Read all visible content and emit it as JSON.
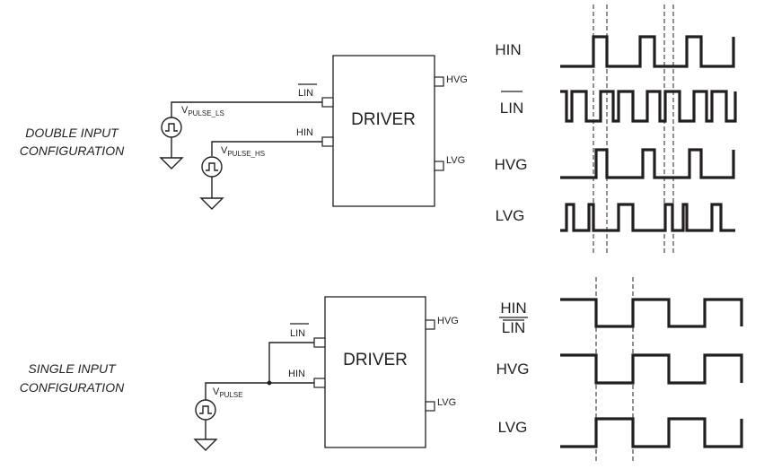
{
  "double": {
    "title_line1": "DOUBLE INPUT",
    "title_line2": "CONFIGURATION",
    "driver_label": "DRIVER",
    "pin_lin": "LIN",
    "pin_hin": "HIN",
    "pin_hvg": "HVG",
    "pin_lvg": "LVG",
    "source_ls_main": "V",
    "source_ls_sub": "PULSE_LS",
    "source_hs_main": "V",
    "source_hs_sub": "PULSE_HS",
    "wave_labels": [
      "HIN",
      "LIN",
      "HVG",
      "LVG"
    ]
  },
  "single": {
    "title_line1": "SINGLE INPUT",
    "title_line2": "CONFIGURATION",
    "driver_label": "DRIVER",
    "pin_lin": "LIN",
    "pin_hin": "HIN",
    "pin_hvg": "HVG",
    "pin_lvg": "LVG",
    "source_main": "V",
    "source_sub": "PULSE",
    "wave_label_top": "HIN",
    "wave_label_bottom": "LIN",
    "wave_labels": [
      "HVG",
      "LVG"
    ]
  },
  "colors": {
    "ink": "#231f20",
    "background": "#ffffff"
  }
}
